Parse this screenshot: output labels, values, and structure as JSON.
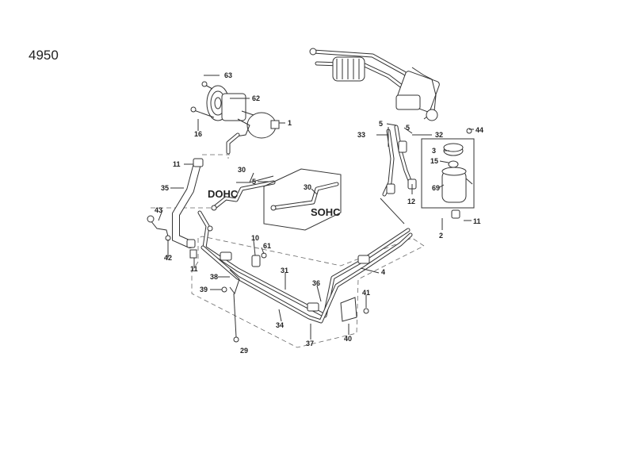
{
  "diagram_id": "4950",
  "engine_labels": {
    "dohc": "DOHC",
    "sohc": "SOHC"
  },
  "callouts": {
    "c1": "1",
    "c2": "2",
    "c3": "3",
    "c4": "4",
    "c5a": "5",
    "c5b": "5",
    "c5c": "5",
    "c10": "10",
    "c11a": "11",
    "c11b": "11",
    "c11c": "11",
    "c12": "12",
    "c15": "15",
    "c16": "16",
    "c29": "29",
    "c30a": "30",
    "c30b": "30",
    "c31": "31",
    "c32": "32",
    "c33": "33",
    "c34": "34",
    "c35": "35",
    "c36": "36",
    "c37": "37",
    "c38": "38",
    "c39": "39",
    "c40": "40",
    "c41": "41",
    "c42": "42",
    "c43": "43",
    "c44": "44",
    "c61": "61",
    "c62": "62",
    "c63": "63",
    "c69": "69"
  }
}
